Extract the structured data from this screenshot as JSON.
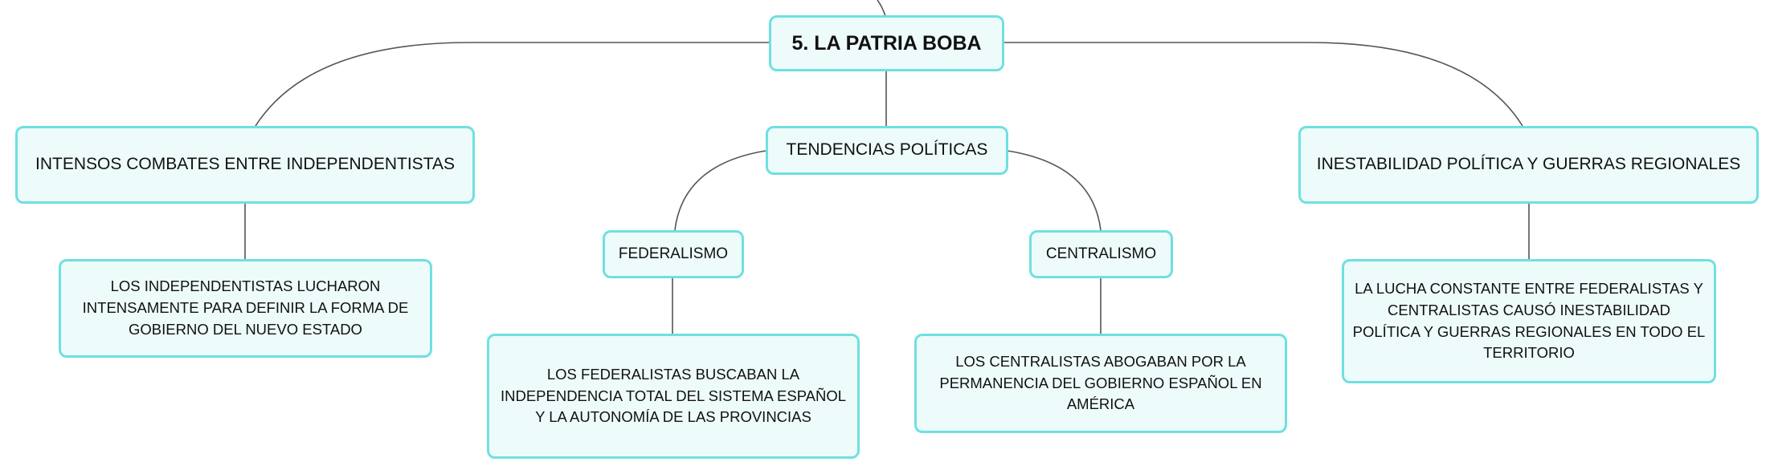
{
  "root": {
    "label": "5. LA PATRIA BOBA"
  },
  "branches": [
    {
      "label": "INTENSOS COMBATES ENTRE INDEPENDENTISTAS",
      "child": "LOS INDEPENDENTISTAS LUCHARON INTENSAMENTE PARA DEFINIR LA FORMA DE GOBIERNO DEL NUEVO ESTADO"
    },
    {
      "label": "TENDENCIAS POLÍTICAS",
      "children": [
        {
          "label": "FEDERALISMO",
          "child": "LOS FEDERALISTAS BUSCABAN LA INDEPENDENCIA TOTAL DEL SISTEMA ESPAÑOL Y LA AUTONOMÍA DE LAS PROVINCIAS"
        },
        {
          "label": "CENTRALISMO",
          "child": "LOS CENTRALISTAS ABOGABAN POR LA PERMANENCIA DEL GOBIERNO ESPAÑOL EN AMÉRICA"
        }
      ]
    },
    {
      "label": "INESTABILIDAD POLÍTICA Y GUERRAS REGIONALES",
      "child": "LA LUCHA CONSTANTE ENTRE FEDERALISTAS Y CENTRALISTAS CAUSÓ INESTABILIDAD POLÍTICA Y GUERRAS REGIONALES EN TODO EL TERRITORIO"
    }
  ],
  "colors": {
    "node_fill": "#eefbfb",
    "node_border": "#6fe0e0",
    "connector": "#555555"
  }
}
